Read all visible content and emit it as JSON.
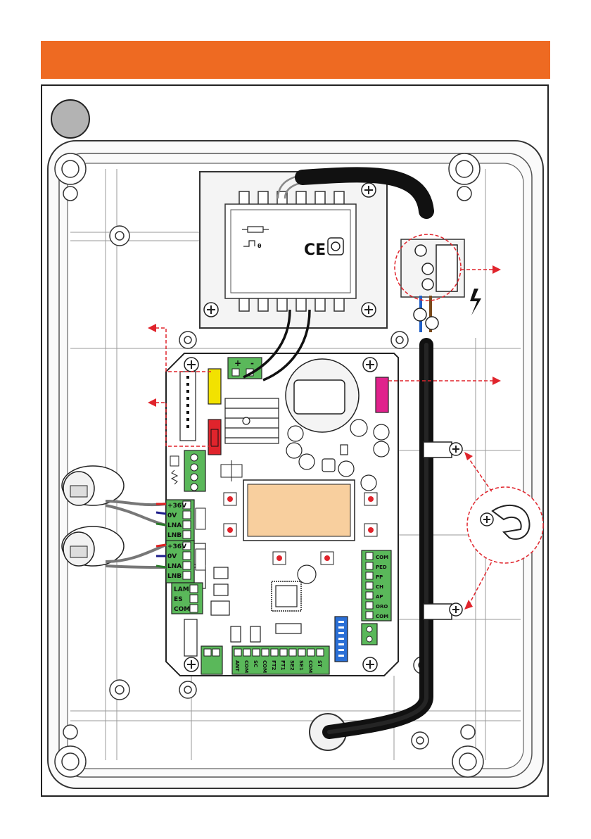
{
  "header": {
    "title": "",
    "step_number": ""
  },
  "colors": {
    "header_orange": "#ee6a22",
    "terminal_green": "#5ab85a",
    "fuse_yellow": "#f2e200",
    "fuse_red": "#e0242c",
    "connector_magenta": "#e0228c",
    "dip_blue": "#2a6fd6",
    "display_peach": "#f8cf9e",
    "callout_red": "#e0242c"
  },
  "icons": {
    "ce_mark": "CE",
    "lightning": "lightning-icon"
  },
  "power_terminal": {
    "plus": "+",
    "minus": "-"
  },
  "motor_a_terminal": [
    "+36V",
    "0V",
    "LNA",
    "LNB"
  ],
  "motor_b_terminal": [
    "+36V",
    "0V",
    "LNA",
    "LNB"
  ],
  "lamp_terminal": [
    "LAM",
    "ES",
    "COM"
  ],
  "inputs_terminal": [
    "COM",
    "PED",
    "PP",
    "CH",
    "AP",
    "ORO",
    "COM"
  ],
  "bottom_terminal": [
    "ANT",
    "COM",
    "SC",
    "COM",
    "FT2",
    "FT1",
    "SE2",
    "SE1",
    "COM",
    "ST"
  ]
}
